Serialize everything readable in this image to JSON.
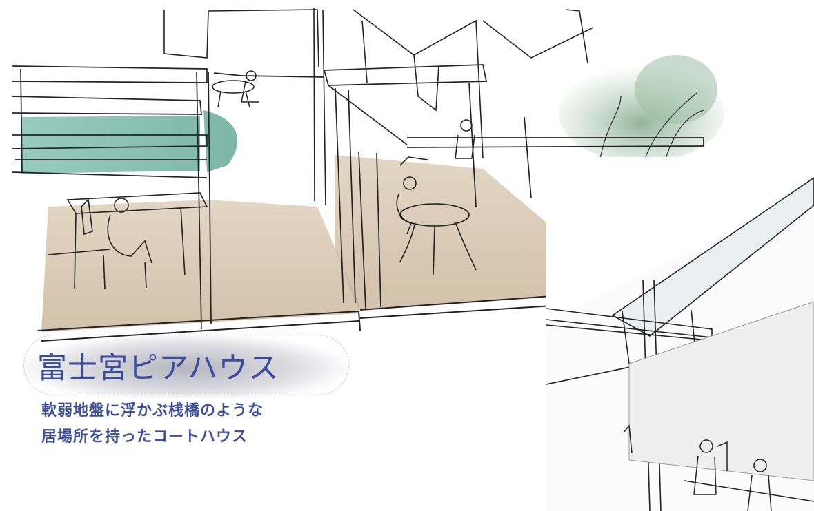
{
  "title": "富士宮ピアハウス",
  "subtitle_lines": [
    "軟弱地盤に浮かぶ桟橋のような",
    "居場所を持ったコートハウス"
  ],
  "colors": {
    "title": "#3a4c9a",
    "subtitle": "#3f4f98",
    "floor": "#c9b59a",
    "water": "#7bb8a8",
    "foliage": "#8fae93"
  }
}
